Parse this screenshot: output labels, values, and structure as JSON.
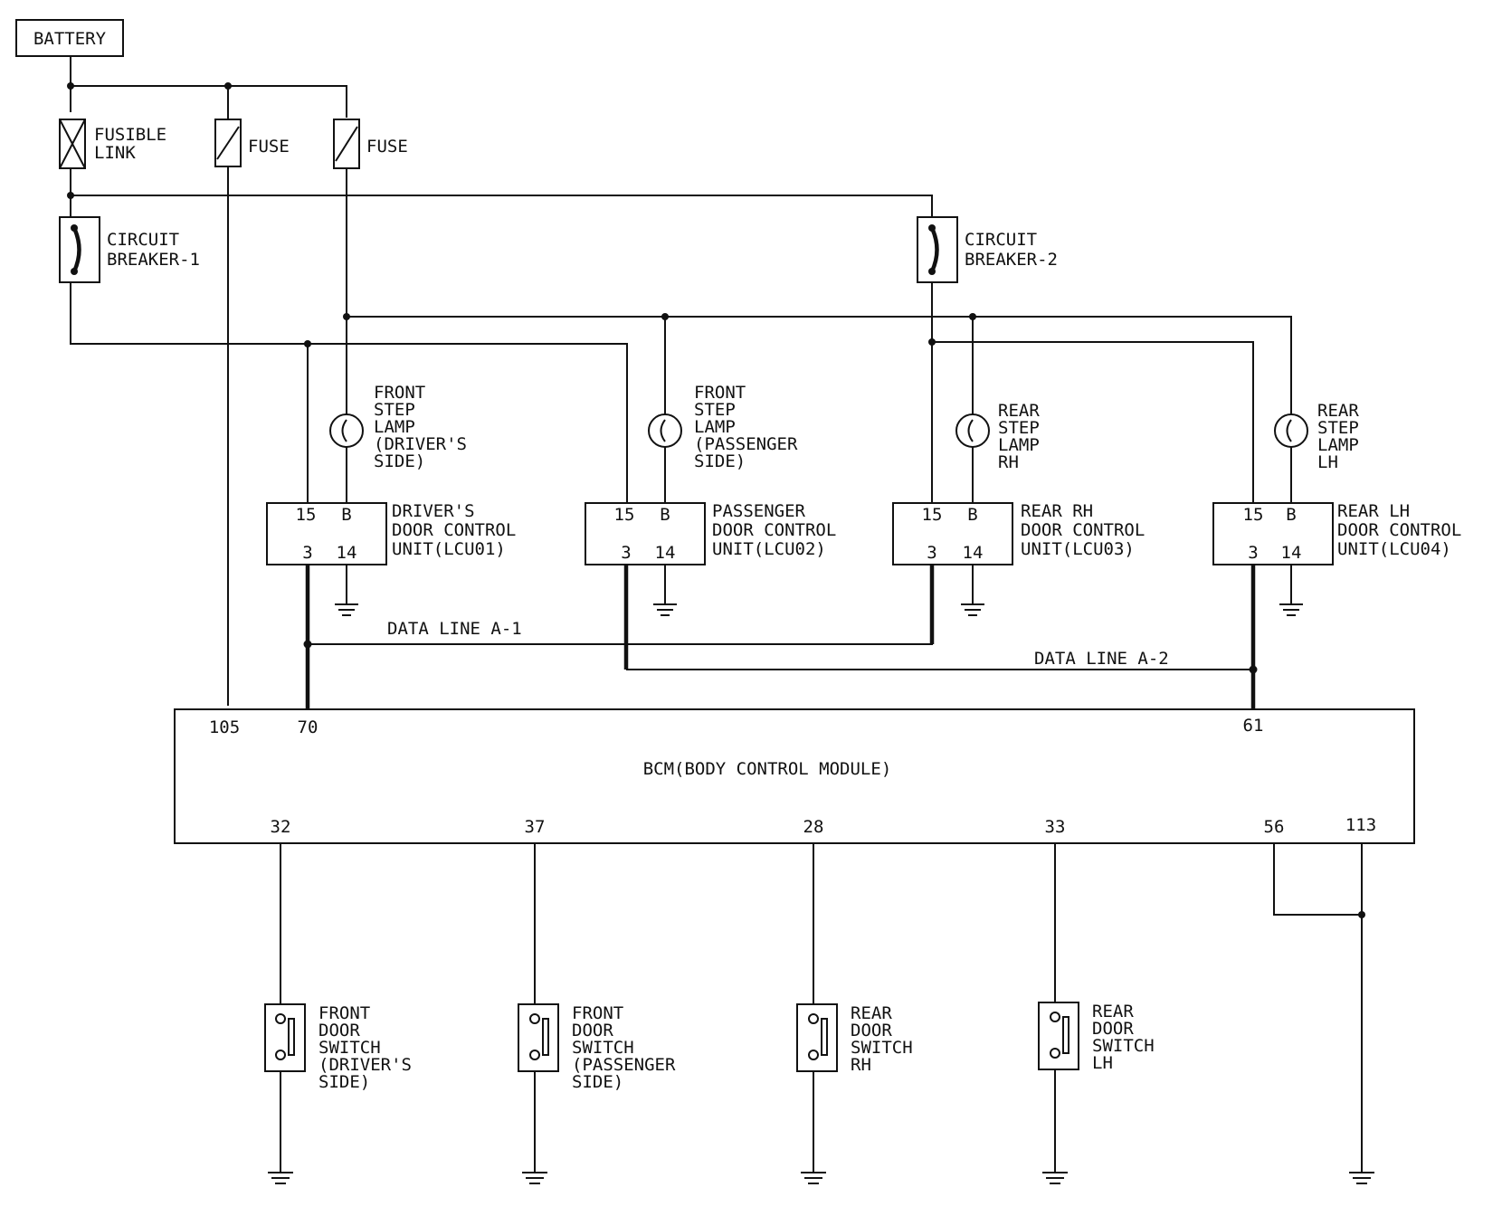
{
  "battery": "BATTERY",
  "fusible_link": [
    "FUSIBLE",
    "LINK"
  ],
  "fuse_1": "FUSE",
  "fuse_2": "FUSE",
  "circuit_breaker_1": [
    "CIRCUIT",
    "BREAKER-1"
  ],
  "circuit_breaker_2": [
    "CIRCUIT",
    "BREAKER-2"
  ],
  "lamps": [
    {
      "lines": [
        "FRONT",
        "STEP",
        "LAMP",
        "(DRIVER'S",
        " SIDE)"
      ]
    },
    {
      "lines": [
        "FRONT",
        "STEP",
        "LAMP",
        "(PASSENGER",
        " SIDE)"
      ]
    },
    {
      "lines": [
        "REAR",
        "STEP",
        "LAMP",
        "RH"
      ]
    },
    {
      "lines": [
        "REAR",
        "STEP",
        "LAMP",
        "LH"
      ]
    }
  ],
  "units": [
    {
      "pins": [
        "15",
        "B",
        "3",
        "14"
      ],
      "lines": [
        "DRIVER'S",
        "DOOR CONTROL",
        "UNIT(LCU01)"
      ]
    },
    {
      "pins": [
        "15",
        "B",
        "3",
        "14"
      ],
      "lines": [
        "PASSENGER",
        "DOOR CONTROL",
        "UNIT(LCU02)"
      ]
    },
    {
      "pins": [
        "15",
        "B",
        "3",
        "14"
      ],
      "lines": [
        "REAR RH",
        "DOOR CONTROL",
        "UNIT(LCU03)"
      ]
    },
    {
      "pins": [
        "15",
        "B",
        "3",
        "14"
      ],
      "lines": [
        "REAR LH",
        "DOOR CONTROL",
        "UNIT(LCU04)"
      ]
    }
  ],
  "data_line_a1": "DATA LINE A-1",
  "data_line_a2": "DATA LINE A-2",
  "bcm": {
    "title": "BCM(BODY CONTROL MODULE)",
    "top_pins": [
      "105",
      "70",
      "61"
    ],
    "bottom_pins": [
      "32",
      "37",
      "28",
      "33",
      "56",
      "113"
    ]
  },
  "switches": [
    {
      "lines": [
        "FRONT",
        "DOOR",
        "SWITCH",
        "(DRIVER'S",
        " SIDE)"
      ]
    },
    {
      "lines": [
        "FRONT",
        "DOOR",
        "SWITCH",
        "(PASSENGER",
        " SIDE)"
      ]
    },
    {
      "lines": [
        "REAR",
        "DOOR",
        "SWITCH",
        "RH"
      ]
    },
    {
      "lines": [
        "REAR",
        "DOOR",
        "SWITCH",
        "LH"
      ]
    }
  ]
}
